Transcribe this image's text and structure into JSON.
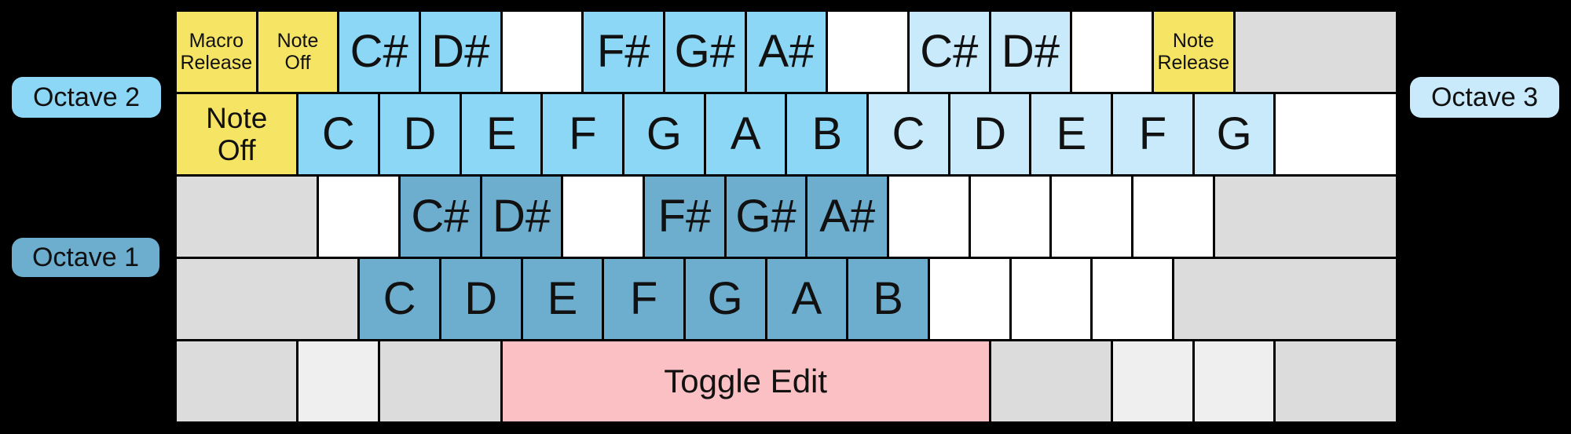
{
  "labels": {
    "octave1": {
      "text": "Octave 1",
      "color": "#6DADCE"
    },
    "octave2": {
      "text": "Octave 2",
      "color": "#8DD7F6"
    },
    "octave3": {
      "text": "Octave 3",
      "color": "#C9EAFB"
    }
  },
  "colors": {
    "background": "#000000",
    "octave1_keys": "#6DADCE",
    "octave2_keys": "#8DD7F6",
    "octave3_keys": "#C9EAFB",
    "macro_keys": "#F6E464",
    "edit_key": "#FBC0C3",
    "modifier_keys": "#DCDCDC",
    "modifier_keys_light": "#EFEFEF",
    "unmapped_keys": "#FFFFFF",
    "key_text": "#111111"
  },
  "keyboard": {
    "rows": [
      {
        "keys": [
          {
            "name": "key-macro-release",
            "type": "macro",
            "span": 4,
            "size": "sm",
            "label": "Macro\nRelease"
          },
          {
            "name": "key-note-off-top",
            "type": "macro",
            "span": 4,
            "size": "sm",
            "label": "Note\nOff"
          },
          {
            "name": "key-note-csharp-oct2",
            "type": "oct2",
            "span": 4,
            "size": "lg",
            "label": "C#"
          },
          {
            "name": "key-note-dsharp-oct2",
            "type": "oct2",
            "span": 4,
            "size": "lg",
            "label": "D#"
          },
          {
            "name": "key-blank",
            "type": "blank",
            "span": 4,
            "label": ""
          },
          {
            "name": "key-note-fsharp-oct2",
            "type": "oct2",
            "span": 4,
            "size": "lg",
            "label": "F#"
          },
          {
            "name": "key-note-gsharp-oct2",
            "type": "oct2",
            "span": 4,
            "size": "lg",
            "label": "G#"
          },
          {
            "name": "key-note-asharp-oct2",
            "type": "oct2",
            "span": 4,
            "size": "lg",
            "label": "A#"
          },
          {
            "name": "key-blank",
            "type": "blank",
            "span": 4,
            "label": ""
          },
          {
            "name": "key-note-csharp-oct3",
            "type": "oct3",
            "span": 4,
            "size": "lg",
            "label": "C#"
          },
          {
            "name": "key-note-dsharp-oct3",
            "type": "oct3",
            "span": 4,
            "size": "lg",
            "label": "D#"
          },
          {
            "name": "key-blank",
            "type": "blank",
            "span": 4,
            "label": ""
          },
          {
            "name": "key-note-release",
            "type": "macro",
            "span": 4,
            "size": "sm",
            "label": "Note\nRelease"
          },
          {
            "name": "key-unmapped-gray",
            "type": "gray",
            "span": 8,
            "label": ""
          }
        ]
      },
      {
        "keys": [
          {
            "name": "key-note-off",
            "type": "macro",
            "span": 6,
            "size": "md",
            "label": "Note\nOff"
          },
          {
            "name": "key-note-c-oct2",
            "type": "oct2",
            "span": 4,
            "size": "lg",
            "label": "C"
          },
          {
            "name": "key-note-d-oct2",
            "type": "oct2",
            "span": 4,
            "size": "lg",
            "label": "D"
          },
          {
            "name": "key-note-e-oct2",
            "type": "oct2",
            "span": 4,
            "size": "lg",
            "label": "E"
          },
          {
            "name": "key-note-f-oct2",
            "type": "oct2",
            "span": 4,
            "size": "lg",
            "label": "F"
          },
          {
            "name": "key-note-g-oct2",
            "type": "oct2",
            "span": 4,
            "size": "lg",
            "label": "G"
          },
          {
            "name": "key-note-a-oct2",
            "type": "oct2",
            "span": 4,
            "size": "lg",
            "label": "A"
          },
          {
            "name": "key-note-b-oct2",
            "type": "oct2",
            "span": 4,
            "size": "lg",
            "label": "B"
          },
          {
            "name": "key-note-c-oct3",
            "type": "oct3",
            "span": 4,
            "size": "lg",
            "label": "C"
          },
          {
            "name": "key-note-d-oct3",
            "type": "oct3",
            "span": 4,
            "size": "lg",
            "label": "D"
          },
          {
            "name": "key-note-e-oct3",
            "type": "oct3",
            "span": 4,
            "size": "lg",
            "label": "E"
          },
          {
            "name": "key-note-f-oct3",
            "type": "oct3",
            "span": 4,
            "size": "lg",
            "label": "F"
          },
          {
            "name": "key-note-g-oct3",
            "type": "oct3",
            "span": 4,
            "size": "lg",
            "label": "G"
          },
          {
            "name": "key-blank",
            "type": "blank",
            "span": 6,
            "label": ""
          }
        ]
      },
      {
        "keys": [
          {
            "name": "key-unmapped-gray",
            "type": "gray",
            "span": 7,
            "label": ""
          },
          {
            "name": "key-blank",
            "type": "blank",
            "span": 4,
            "label": ""
          },
          {
            "name": "key-note-csharp-oct1",
            "type": "oct1",
            "span": 4,
            "size": "lg",
            "label": "C#"
          },
          {
            "name": "key-note-dsharp-oct1",
            "type": "oct1",
            "span": 4,
            "size": "lg",
            "label": "D#"
          },
          {
            "name": "key-blank",
            "type": "blank",
            "span": 4,
            "label": ""
          },
          {
            "name": "key-note-fsharp-oct1",
            "type": "oct1",
            "span": 4,
            "size": "lg",
            "label": "F#"
          },
          {
            "name": "key-note-gsharp-oct1",
            "type": "oct1",
            "span": 4,
            "size": "lg",
            "label": "G#"
          },
          {
            "name": "key-note-asharp-oct1",
            "type": "oct1",
            "span": 4,
            "size": "lg",
            "label": "A#"
          },
          {
            "name": "key-blank",
            "type": "blank",
            "span": 4,
            "label": ""
          },
          {
            "name": "key-blank",
            "type": "blank",
            "span": 4,
            "label": ""
          },
          {
            "name": "key-blank",
            "type": "blank",
            "span": 4,
            "label": ""
          },
          {
            "name": "key-blank",
            "type": "blank",
            "span": 4,
            "label": ""
          },
          {
            "name": "key-unmapped-gray",
            "type": "gray",
            "span": 9,
            "label": ""
          }
        ]
      },
      {
        "keys": [
          {
            "name": "key-unmapped-gray",
            "type": "gray",
            "span": 9,
            "label": ""
          },
          {
            "name": "key-note-c-oct1",
            "type": "oct1",
            "span": 4,
            "size": "lg",
            "label": "C"
          },
          {
            "name": "key-note-d-oct1",
            "type": "oct1",
            "span": 4,
            "size": "lg",
            "label": "D"
          },
          {
            "name": "key-note-e-oct1",
            "type": "oct1",
            "span": 4,
            "size": "lg",
            "label": "E"
          },
          {
            "name": "key-note-f-oct1",
            "type": "oct1",
            "span": 4,
            "size": "lg",
            "label": "F"
          },
          {
            "name": "key-note-g-oct1",
            "type": "oct1",
            "span": 4,
            "size": "lg",
            "label": "G"
          },
          {
            "name": "key-note-a-oct1",
            "type": "oct1",
            "span": 4,
            "size": "lg",
            "label": "A"
          },
          {
            "name": "key-note-b-oct1",
            "type": "oct1",
            "span": 4,
            "size": "lg",
            "label": "B"
          },
          {
            "name": "key-blank",
            "type": "blank",
            "span": 4,
            "label": ""
          },
          {
            "name": "key-blank",
            "type": "blank",
            "span": 4,
            "label": ""
          },
          {
            "name": "key-blank",
            "type": "blank",
            "span": 4,
            "label": ""
          },
          {
            "name": "key-unmapped-gray",
            "type": "gray",
            "span": 11,
            "label": ""
          }
        ]
      },
      {
        "keys": [
          {
            "name": "key-unmapped-gray",
            "type": "gray",
            "span": 6,
            "label": ""
          },
          {
            "name": "key-unmapped-gray-light",
            "type": "graylight",
            "span": 4,
            "label": ""
          },
          {
            "name": "key-unmapped-gray",
            "type": "gray",
            "span": 6,
            "label": ""
          },
          {
            "name": "key-toggle-edit",
            "type": "edit",
            "span": 24,
            "size": "edit",
            "label": "Toggle Edit"
          },
          {
            "name": "key-unmapped-gray",
            "type": "gray",
            "span": 6,
            "label": ""
          },
          {
            "name": "key-unmapped-gray-light",
            "type": "graylight",
            "span": 4,
            "label": ""
          },
          {
            "name": "key-unmapped-gray-light",
            "type": "graylight",
            "span": 4,
            "label": ""
          },
          {
            "name": "key-unmapped-gray",
            "type": "gray",
            "span": 6,
            "label": ""
          }
        ]
      }
    ]
  }
}
